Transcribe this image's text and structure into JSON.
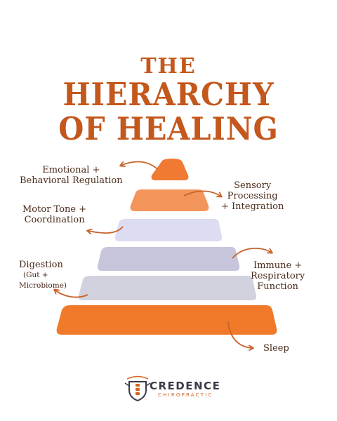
{
  "title": {
    "line1": "THE",
    "line2": "HIERARCHY",
    "line3": "OF HEALING"
  },
  "levels": [
    {
      "label_lines": [
        "Emotional +",
        "Behavioral Regulation"
      ],
      "color": "#f07a32"
    },
    {
      "label_lines": [
        "Sensory",
        "Processing",
        "+ Integration"
      ],
      "color": "#f3955a"
    },
    {
      "label_lines": [
        "Motor Tone +",
        "Coordination"
      ],
      "color": "#dcdcf2"
    },
    {
      "label_lines": [
        "Immune +",
        "Respiratory",
        "Function"
      ],
      "color": "#c7c5dc"
    },
    {
      "label_lines": [
        "Digestion",
        "(Gut +",
        "Microbiome)"
      ],
      "color": "#d2d2de"
    },
    {
      "label_lines": [
        "Sleep"
      ],
      "color": "#f07a2a"
    }
  ],
  "colors": {
    "title": "#c4571c",
    "arrow": "#c8622a",
    "text": "#4a2a1a"
  },
  "logo": {
    "brand": "CREDENCE",
    "sub": "CHIROPRACTIC",
    "icon": "shield-spine-icon"
  }
}
